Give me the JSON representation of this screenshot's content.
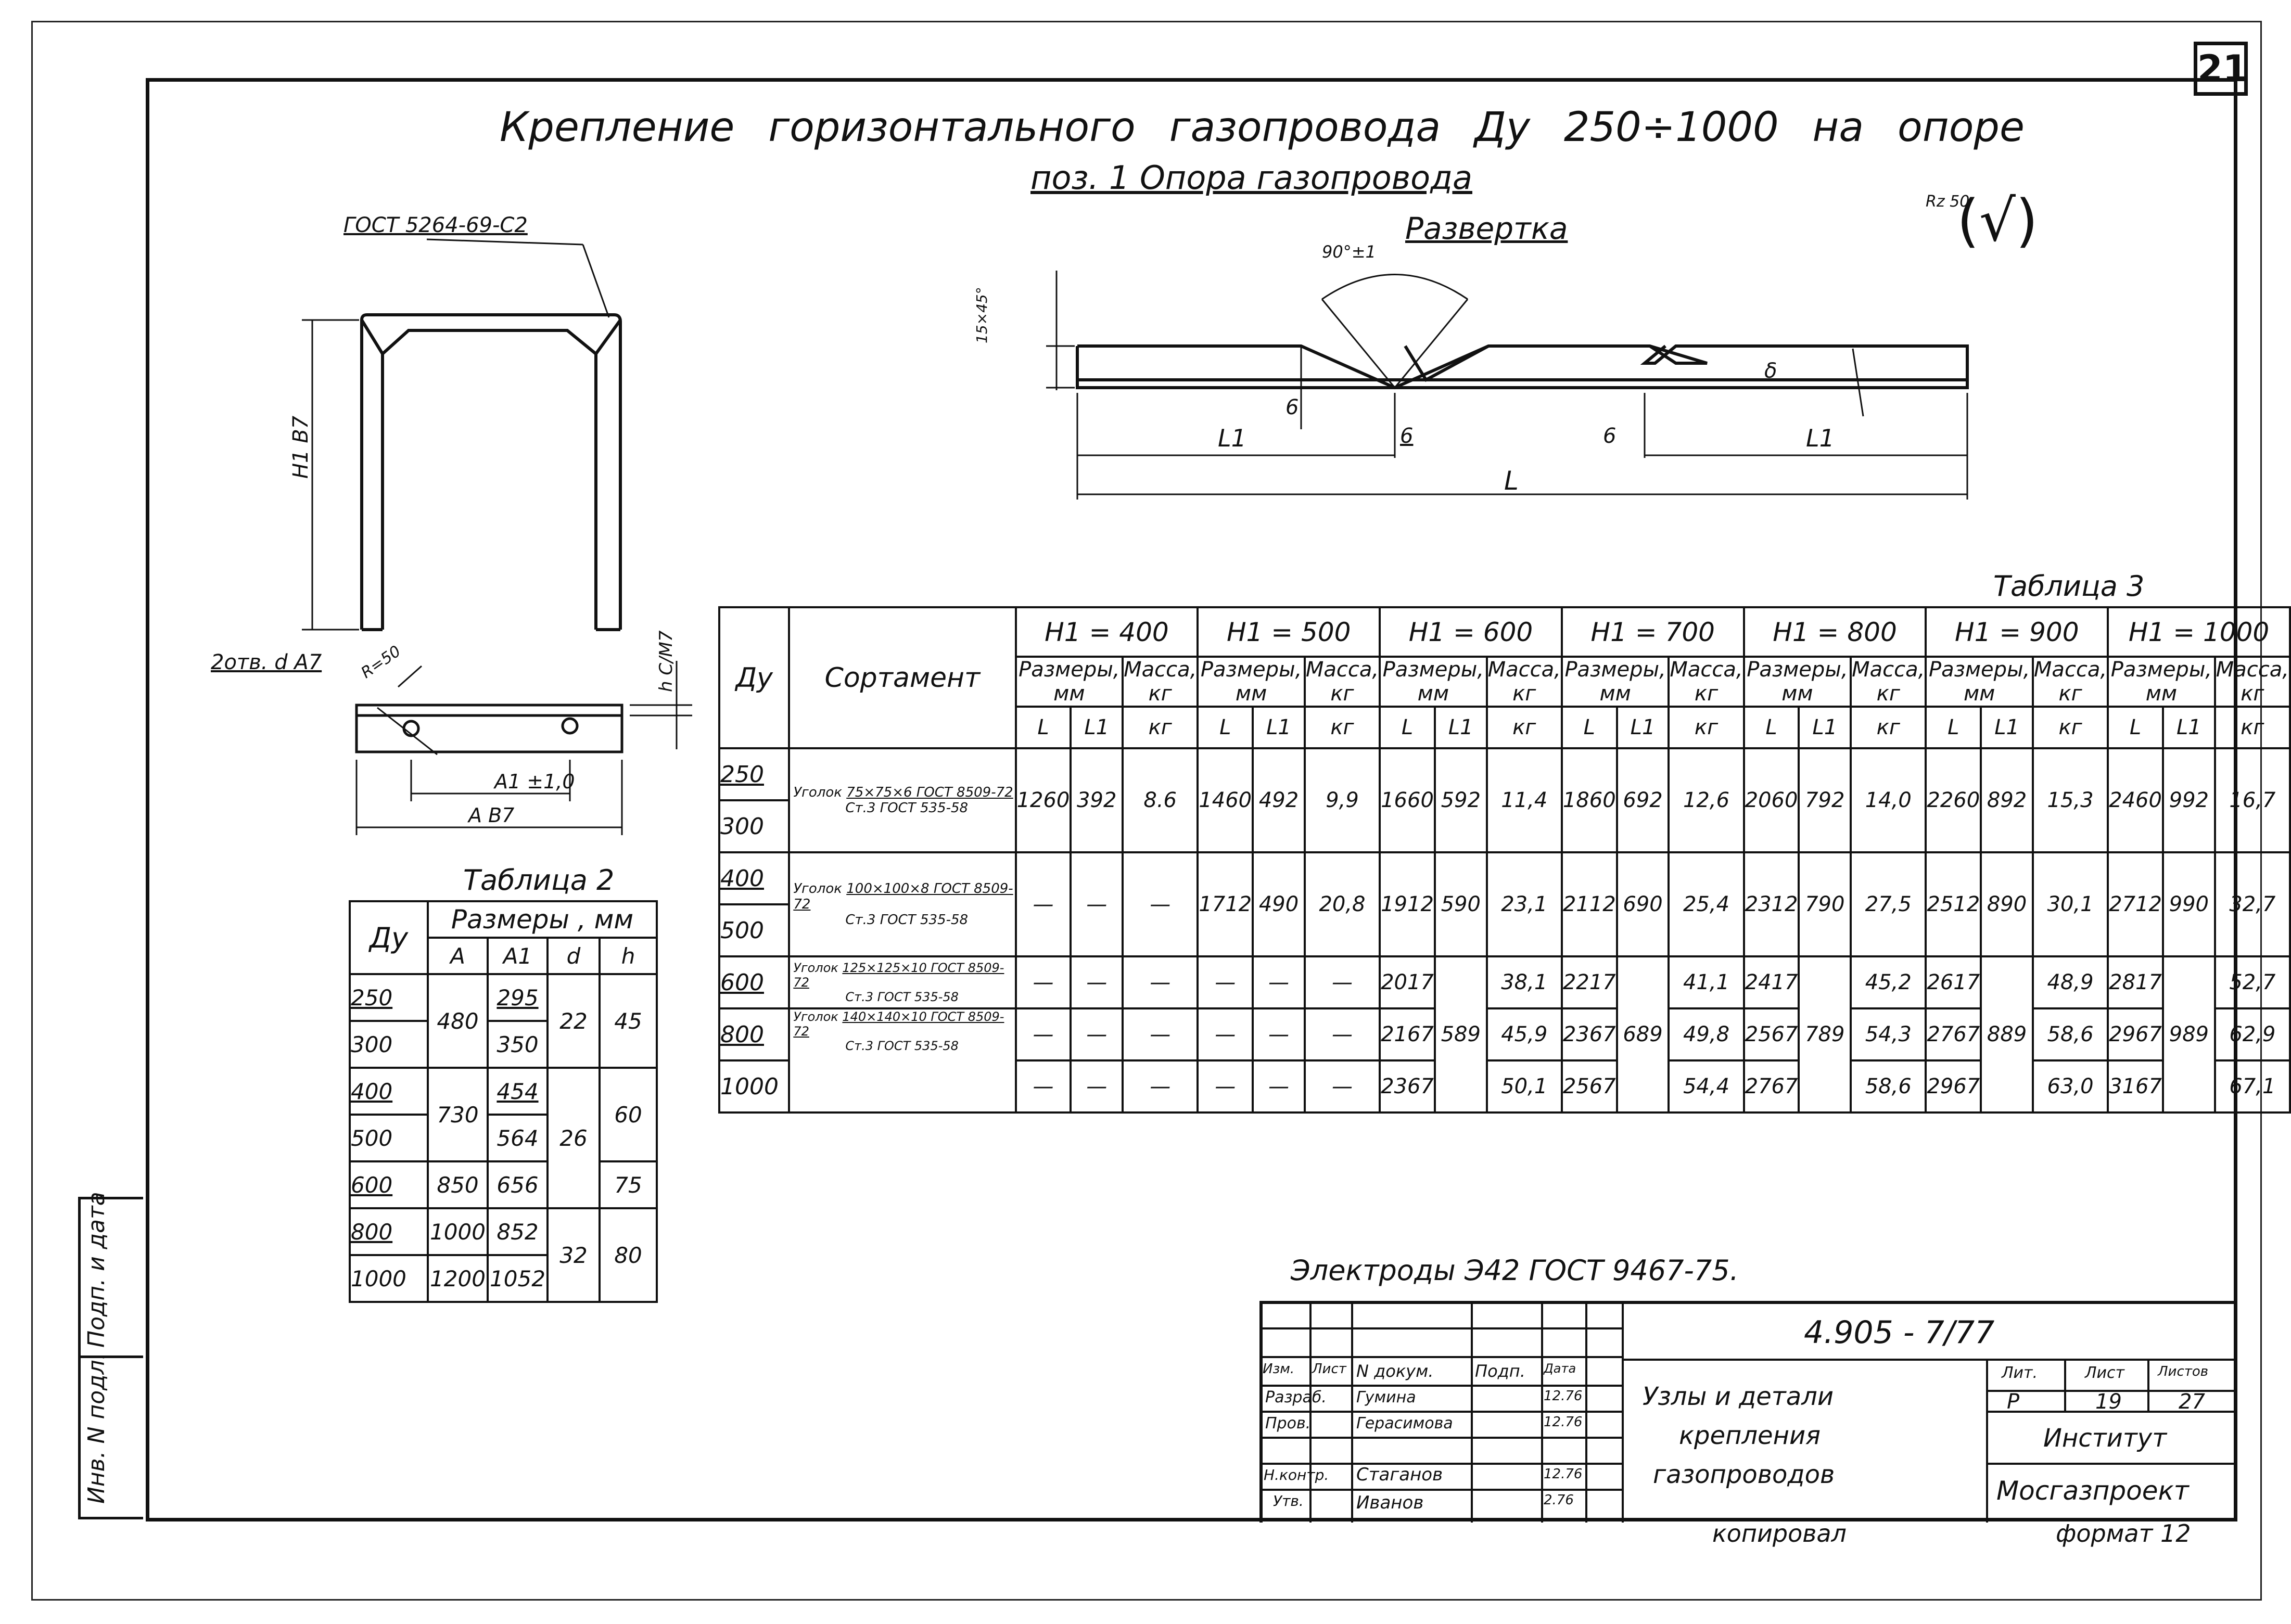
{
  "sheet_number": "21",
  "title": "Крепление горизонтального газопровода Ду 250÷1000 на опоре",
  "position_title": "поз. 1   Опора газопровода",
  "development_label": "Развертка",
  "roughness_mark": "Rz 50",
  "roughness_symbol": "(√)",
  "gost_weld": "ГОСТ 5264-69-С2",
  "dim_h1": "H1 B7",
  "dim_holes": "2отв. d A7",
  "dim_r": "R=50",
  "dim_h": "h C/М7",
  "dim_a1": "A1 ±1,0",
  "dim_a": "A B7",
  "angle_label": "90°±1",
  "chamfer_label": "15×45°",
  "dev_dim_6a": "6",
  "dev_dim_6b": "6",
  "dev_dim_6c": "6",
  "dev_dim_delta": "δ",
  "dev_dim_L1a": "L1",
  "dev_dim_L1b": "L1",
  "dev_dim_L": "L",
  "table3": {
    "caption": "Таблица 3",
    "col_du": "Ду",
    "col_sortament": "Сортамент",
    "groups": [
      "H1 = 400",
      "H1 = 500",
      "H1 = 600",
      "H1 = 700",
      "H1 = 800",
      "H1 = 900",
      "H1 = 1000"
    ],
    "sub_sizes": "Размеры, мм",
    "sub_mass": [
      "Масса, кг",
      "Масса, кг",
      "Масса, кг",
      "Масса, кг",
      "Масса, кг",
      "Масса, кг",
      "Масса, кг"
    ],
    "L": "L",
    "L1": "L1",
    "units": [
      "кг",
      "кг",
      "кг",
      "кг",
      "кг",
      "кг",
      "кг"
    ],
    "profiles": [
      {
        "name": "Уголок",
        "top": "75×75×6 ГОСТ 8509-72",
        "bottom": "Ст.3 ГОСТ 535-58"
      },
      {
        "name": "Уголок",
        "top": "100×100×8 ГОСТ 8509-72",
        "bottom": "Ст.3 ГОСТ 535-58"
      },
      {
        "name": "Уголок",
        "top": "125×125×10 ГОСТ 8509-72",
        "bottom": "Ст.3 ГОСТ 535-58"
      },
      {
        "name": "Уголок",
        "top": "140×140×10 ГОСТ 8509-72",
        "bottom": "Ст.3 ГОСТ 535-58"
      }
    ],
    "du": [
      "250",
      "300",
      "400",
      "500",
      "600",
      "800",
      "1000"
    ],
    "r1": [
      "1260",
      "392",
      "8.6",
      "1460",
      "492",
      "9,9",
      "1660",
      "592",
      "11,4",
      "1860",
      "692",
      "12,6",
      "2060",
      "792",
      "14,0",
      "2260",
      "892",
      "15,3",
      "2460",
      "992",
      "16,7"
    ],
    "r2": [
      "—",
      "—",
      "—",
      "1712",
      "490",
      "20,8",
      "1912",
      "590",
      "23,1",
      "2112",
      "690",
      "25,4",
      "2312",
      "790",
      "27,5",
      "2512",
      "890",
      "30,1",
      "2712",
      "990",
      "32,7"
    ],
    "r3": [
      "—",
      "—",
      "—",
      "—",
      "—",
      "—",
      "2017",
      "38,1",
      "2217",
      "41,1",
      "2417",
      "45,2",
      "2617",
      "48,9",
      "2817",
      "52,7"
    ],
    "r4": [
      "—",
      "—",
      "—",
      "—",
      "—",
      "—",
      "2167",
      "45,9",
      "2367",
      "49,8",
      "2567",
      "54,3",
      "2767",
      "58,6",
      "2967",
      "62,9"
    ],
    "r5": [
      "—",
      "—",
      "—",
      "—",
      "—",
      "—",
      "2367",
      "50,1",
      "2567",
      "54,4",
      "2767",
      "58,6",
      "2967",
      "63,0",
      "3167",
      "67,1"
    ],
    "merged_l1": [
      "589",
      "689",
      "789",
      "889",
      "989"
    ]
  },
  "table2": {
    "caption": "Таблица 2",
    "col_du": "Ду",
    "col_sizes": "Размеры , мм",
    "cols": [
      "A",
      "A1",
      "d",
      "h"
    ],
    "du": [
      "250",
      "300",
      "400",
      "500",
      "600",
      "800",
      "1000"
    ],
    "a": [
      "480",
      "730",
      "850",
      "1000",
      "1200"
    ],
    "a1": [
      "295",
      "350",
      "454",
      "564",
      "656",
      "852",
      "1052"
    ],
    "d": [
      "22",
      "26",
      "32"
    ],
    "h": [
      "45",
      "60",
      "75",
      "80"
    ]
  },
  "electrodes": "Электроды Э42 ГОСТ 9467-75.",
  "binder_labels": [
    "Инв. N подл.",
    "Подп. и дата"
  ],
  "stamp": {
    "doc_code": "4.905 - 7/77",
    "head": [
      "Изм.",
      "Лист",
      "N докум.",
      "Подп.",
      "Дата"
    ],
    "rows": [
      {
        "role": "Разраб.",
        "name": "Гумина",
        "date": "12.76"
      },
      {
        "role": "Пров.",
        "name": "Герасимова",
        "date": "12.76"
      },
      {
        "role": "Н.контр.",
        "name": "Стаганов",
        "date": "12.76"
      },
      {
        "role": "Утв.",
        "name": "Иванов",
        "date": "2.76"
      }
    ],
    "name_lines": [
      "Узлы и детали",
      "крепления",
      "газопроводов"
    ],
    "lit_head": "Лит.",
    "sheet_head": "Лист",
    "sheets_head": "Листов",
    "lit": "Р",
    "sheet": "19",
    "sheets": "27",
    "org1": "Институт",
    "org2": "Мосгазпроект"
  },
  "copied": "копировал",
  "format": "формат 12"
}
